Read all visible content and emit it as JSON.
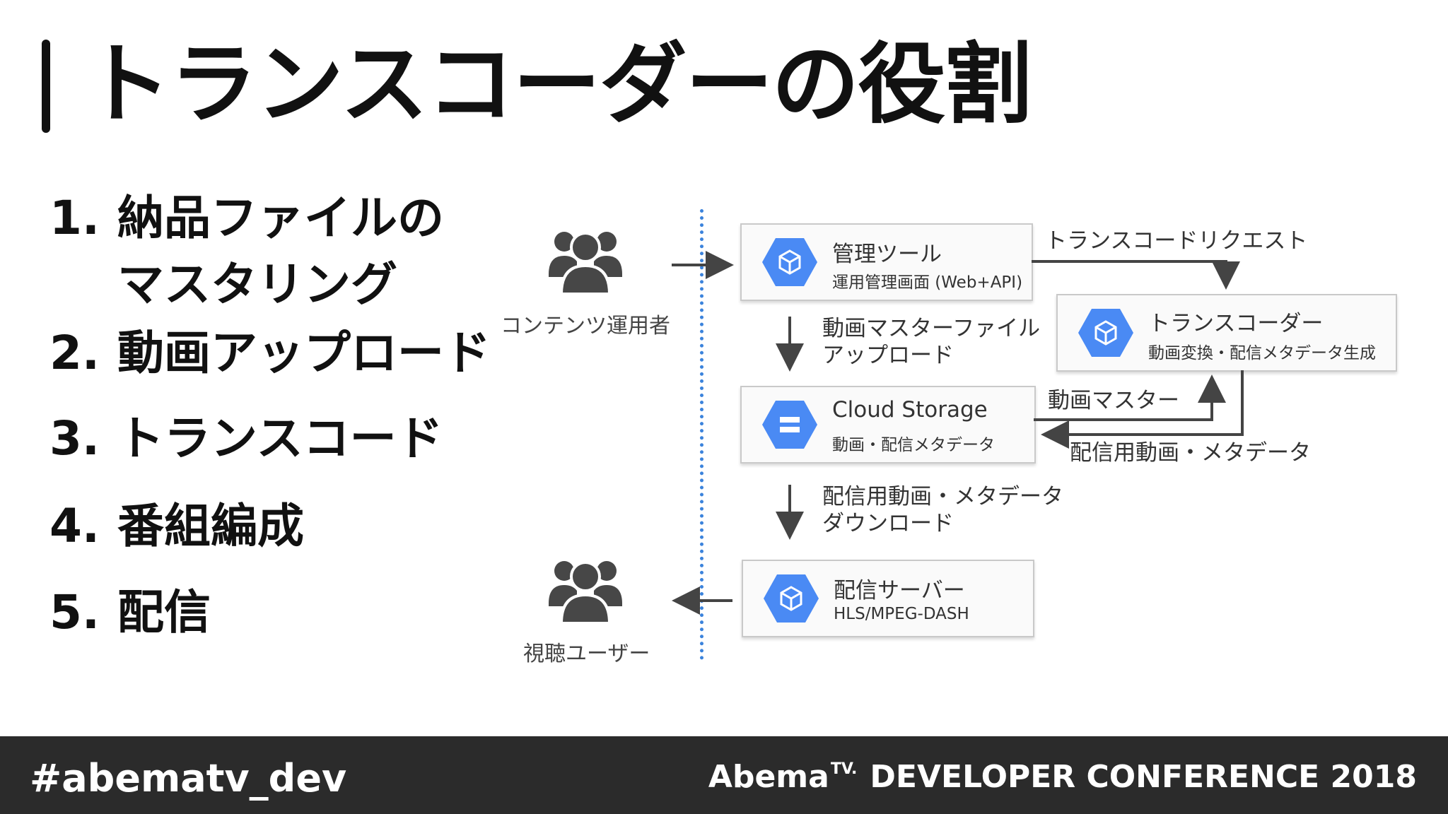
{
  "title": "トランスコーダーの役割",
  "steps": [
    {
      "num": "1.",
      "line1": "納品ファイルの",
      "line2": "マスタリング"
    },
    {
      "num": "2.",
      "line1": "動画アップロード"
    },
    {
      "num": "3.",
      "line1": "トランスコード"
    },
    {
      "num": "4.",
      "line1": "番組編成"
    },
    {
      "num": "5.",
      "line1": "配信"
    }
  ],
  "diagram": {
    "operators_label": "コンテンツ運用者",
    "viewers_label": "視聴ユーザー",
    "admin_tool": {
      "title": "管理ツール",
      "subtitle": "運用管理画面 (Web+API)"
    },
    "transcoder": {
      "title": "トランスコーダー",
      "subtitle": "動画変換・配信メタデータ生成"
    },
    "storage": {
      "title": "Cloud Storage",
      "subtitle": "動画・配信メタデータ"
    },
    "server": {
      "title": "配信サーバー",
      "subtitle": "HLS/MPEG-DASH"
    },
    "edges": {
      "transcode_request": "トランスコードリクエスト",
      "master_upload_1": "動画マスターファイル",
      "master_upload_2": "アップロード",
      "video_master": "動画マスター",
      "delivery_assets": "配信用動画・メタデータ",
      "download_1": "配信用動画・メタデータ",
      "download_2": "ダウンロード"
    }
  },
  "footer": {
    "hashtag": "#abematv_dev",
    "brand": "Abema",
    "brand_tv": "TV.",
    "conference": "DEVELOPER CONFERENCE 2018"
  },
  "colors": {
    "accent": "#4a8af4",
    "divider": "#3b83dc",
    "footer_bg": "#2b2b2b"
  }
}
